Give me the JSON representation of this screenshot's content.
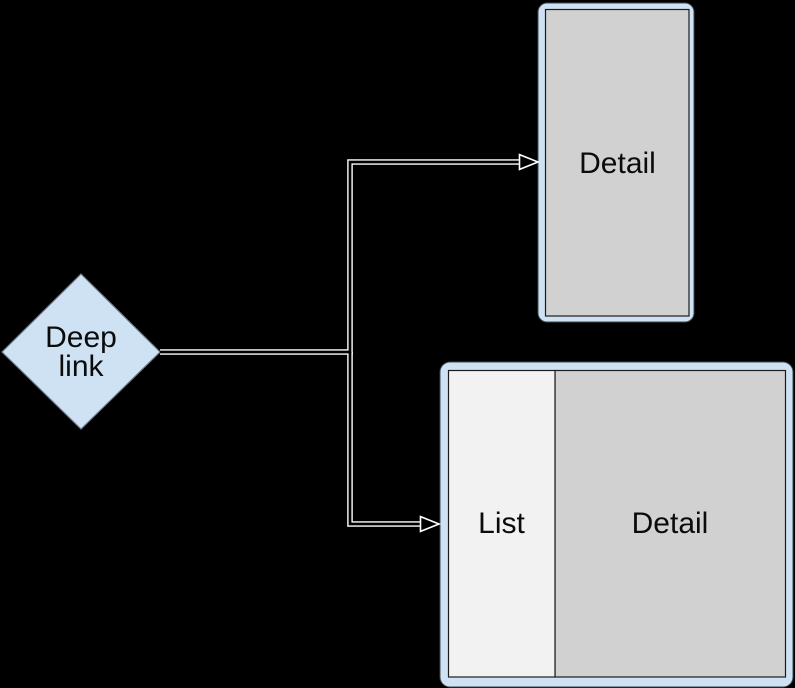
{
  "diagram": {
    "background_color": "#000000",
    "connector": {
      "color": "#ffffff",
      "style": "hollow-double-line",
      "arrowhead": "open-triangle"
    },
    "colors": {
      "node_fill": "#cfe2f3",
      "detail_fill": "#d1d1d1",
      "list_fill": "#f2f2f2"
    },
    "deep_link_node": {
      "label": "Deep link"
    },
    "detail_screen": {
      "label": "Detail"
    },
    "list_detail_screen": {
      "list_label": "List",
      "detail_label": "Detail"
    }
  }
}
